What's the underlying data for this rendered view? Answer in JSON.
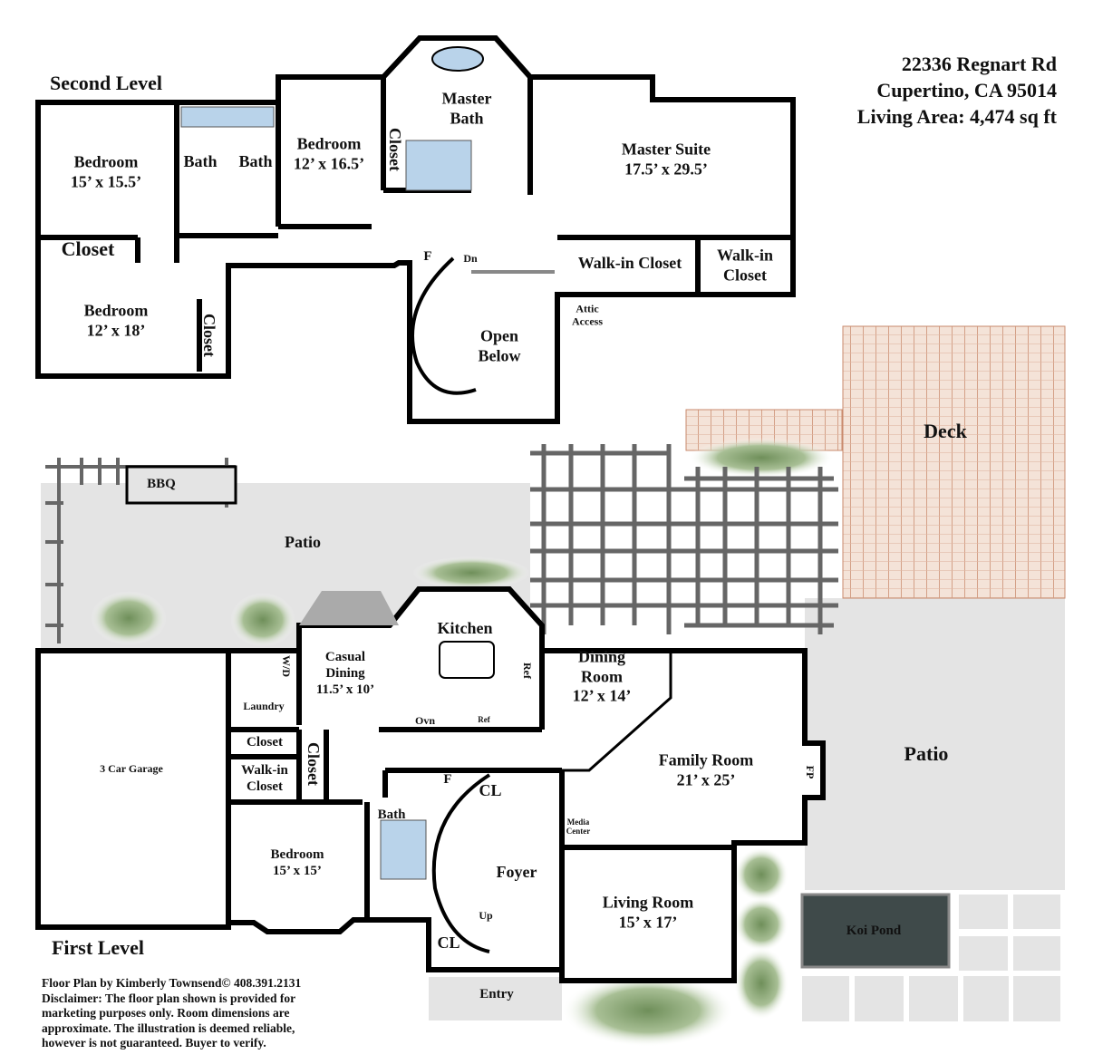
{
  "address": {
    "street": "22336 Regnart Rd",
    "city": "Cupertino, CA 95014",
    "living_area": "Living Area: 4,474 sq ft"
  },
  "levels": {
    "second": "Second Level",
    "first": "First Level"
  },
  "second_level": {
    "bedroom1": {
      "name": "Bedroom",
      "size": "15’ x 15.5’"
    },
    "bath1": "Bath",
    "bath2": "Bath",
    "bedroom2": {
      "name": "Bedroom",
      "size": "12’ x 16.5’"
    },
    "closet_vertical": "Closet",
    "master_bath": {
      "line1": "Master",
      "line2": "Bath"
    },
    "master_suite": {
      "name": "Master Suite",
      "size": "17.5’ x 29.5’"
    },
    "closet": "Closet",
    "walkin1": "Walk-in Closet",
    "walkin2": {
      "line1": "Walk-in",
      "line2": "Closet"
    },
    "fireplace": "F",
    "down": "Dn",
    "attic": {
      "line1": "Attic",
      "line2": "Access"
    },
    "open_below": {
      "line1": "Open",
      "line2": "Below"
    },
    "bedroom3": {
      "name": "Bedroom",
      "size": "12’ x 18’"
    },
    "closet2": "Closet"
  },
  "first_level": {
    "deck": "Deck",
    "bbq": "BBQ",
    "patio_back": "Patio",
    "kitchen": "Kitchen",
    "casual_dining": {
      "line1": "Casual",
      "line2": "Dining",
      "size": "11.5’ x 10’"
    },
    "dining_room": {
      "line1": "Dining",
      "line2": "Room",
      "size": "12’ x 14’"
    },
    "washer_dryer": "W/D",
    "laundry": "Laundry",
    "oven": "Ovn",
    "ref1": "Ref",
    "ref2": "Ref",
    "garage": "3 Car Garage",
    "closet1": "Closet",
    "walkin": {
      "line1": "Walk-in",
      "line2": "Closet"
    },
    "closet2": "Closet",
    "family_room": {
      "name": "Family Room",
      "size": "21’ x 25’"
    },
    "patio_side": "Patio",
    "fp": "FP",
    "fireplace": "F",
    "cl1": "CL",
    "bath": "Bath",
    "media": {
      "line1": "Media",
      "line2": "Center"
    },
    "bedroom": {
      "name": "Bedroom",
      "size": "15’ x 15’"
    },
    "foyer": "Foyer",
    "living_room": {
      "name": "Living Room",
      "size": "15’ x 17’"
    },
    "koi_pond": "Koi Pond",
    "up": "Up",
    "cl2": "CL",
    "entry": "Entry"
  },
  "footer": {
    "line1": "Floor Plan by Kimberly Townsend©  408.391.2131",
    "line2": "Disclaimer: The floor plan shown is provided for",
    "line3": "marketing purposes only. Room dimensions are",
    "line4": "approximate. The illustration is deemed reliable,",
    "line5": "however is not guaranteed. Buyer to verify."
  },
  "colors": {
    "wall": "#000000",
    "patio": "#e4e4e4",
    "deck": "#c98a6c",
    "fixture": "#b9d3ea",
    "koi": "#3f4a4a",
    "plant": "#8aa873"
  }
}
